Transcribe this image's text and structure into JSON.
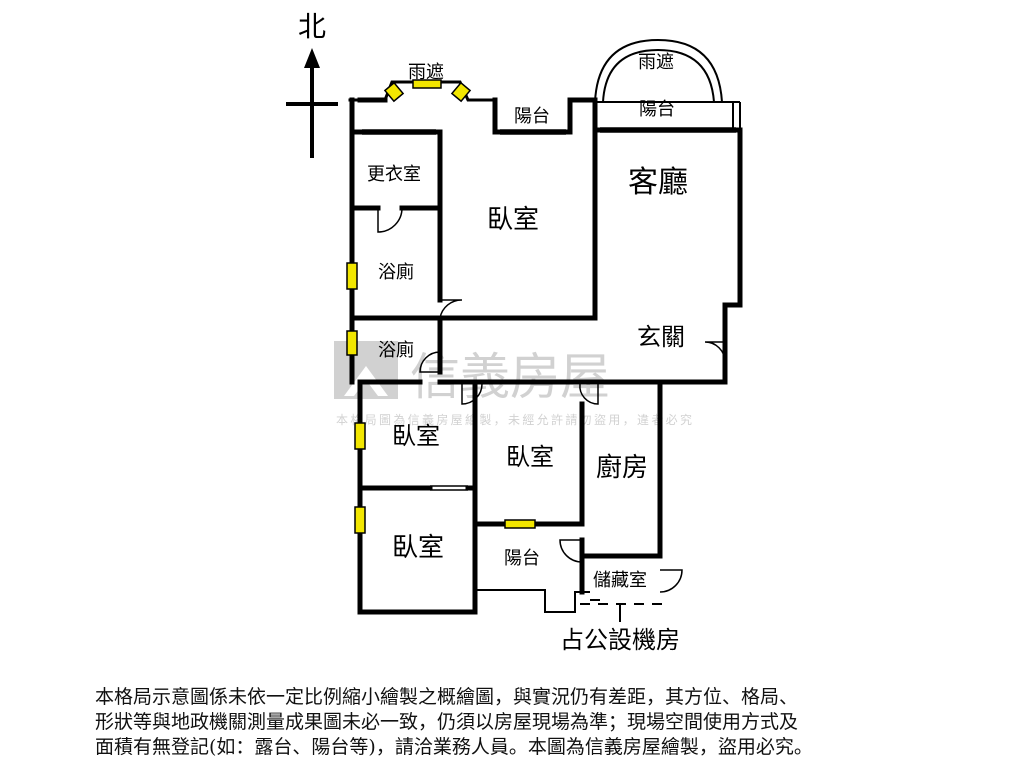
{
  "compass": {
    "north_label": "北"
  },
  "rooms": {
    "canopy_left": "雨遮",
    "canopy_right": "雨遮",
    "balcony_top_middle": "陽台",
    "balcony_top_right": "陽台",
    "dressing_room": "更衣室",
    "master_bedroom": "臥室",
    "living_room": "客廳",
    "bathroom_1": "浴廁",
    "bathroom_2": "浴廁",
    "entrance": "玄關",
    "bedroom_west_upper": "臥室",
    "bedroom_middle": "臥室",
    "kitchen": "廚房",
    "bedroom_west_lower": "臥室",
    "balcony_bottom": "陽台",
    "storage_room": "儲藏室",
    "machine_room": "占公設機房"
  },
  "watermark": {
    "brand": "信義房屋",
    "copyright_line": "本格局圖為信義房屋繪製，未經允許請勿盜用，違者必究"
  },
  "disclaimer": {
    "line1": "本格局示意圖係未依一定比例縮小繪製之概繪圖，與實況仍有差距，其方位、格局、",
    "line2": "形狀等與地政機關測量成果圖未必一致，仍須以房屋現場為準；現場空間使用方式及",
    "line3": "面積有無登記(如：露台、陽台等)，請洽業務人員。本圖為信義房屋繪製，盜用必究。"
  }
}
